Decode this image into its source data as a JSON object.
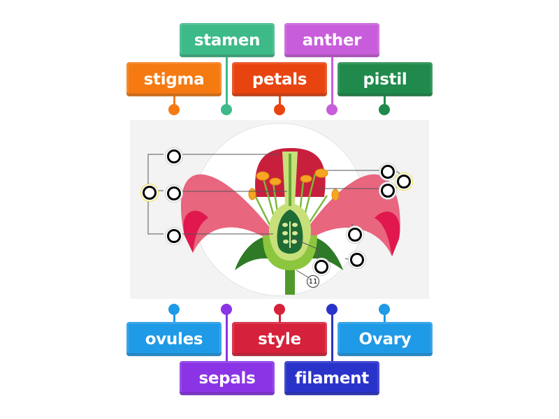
{
  "top_labels": [
    {
      "text": "stamen",
      "color": "#3dba88"
    },
    {
      "text": "anther",
      "color": "#c85ddb"
    },
    {
      "text": "stigma",
      "color": "#f57a12"
    },
    {
      "text": "petals",
      "color": "#e8440f"
    },
    {
      "text": "pistil",
      "color": "#1f8a4b"
    }
  ],
  "bottom_labels": [
    {
      "text": "ovules",
      "color": "#1f9ae6"
    },
    {
      "text": "style",
      "color": "#d5213a"
    },
    {
      "text": "Ovary",
      "color": "#1f9ae6"
    },
    {
      "text": "sepals",
      "color": "#8a34e6"
    },
    {
      "text": "filament",
      "color": "#2a33c9"
    }
  ],
  "diagram": {
    "marker_number": "11"
  }
}
